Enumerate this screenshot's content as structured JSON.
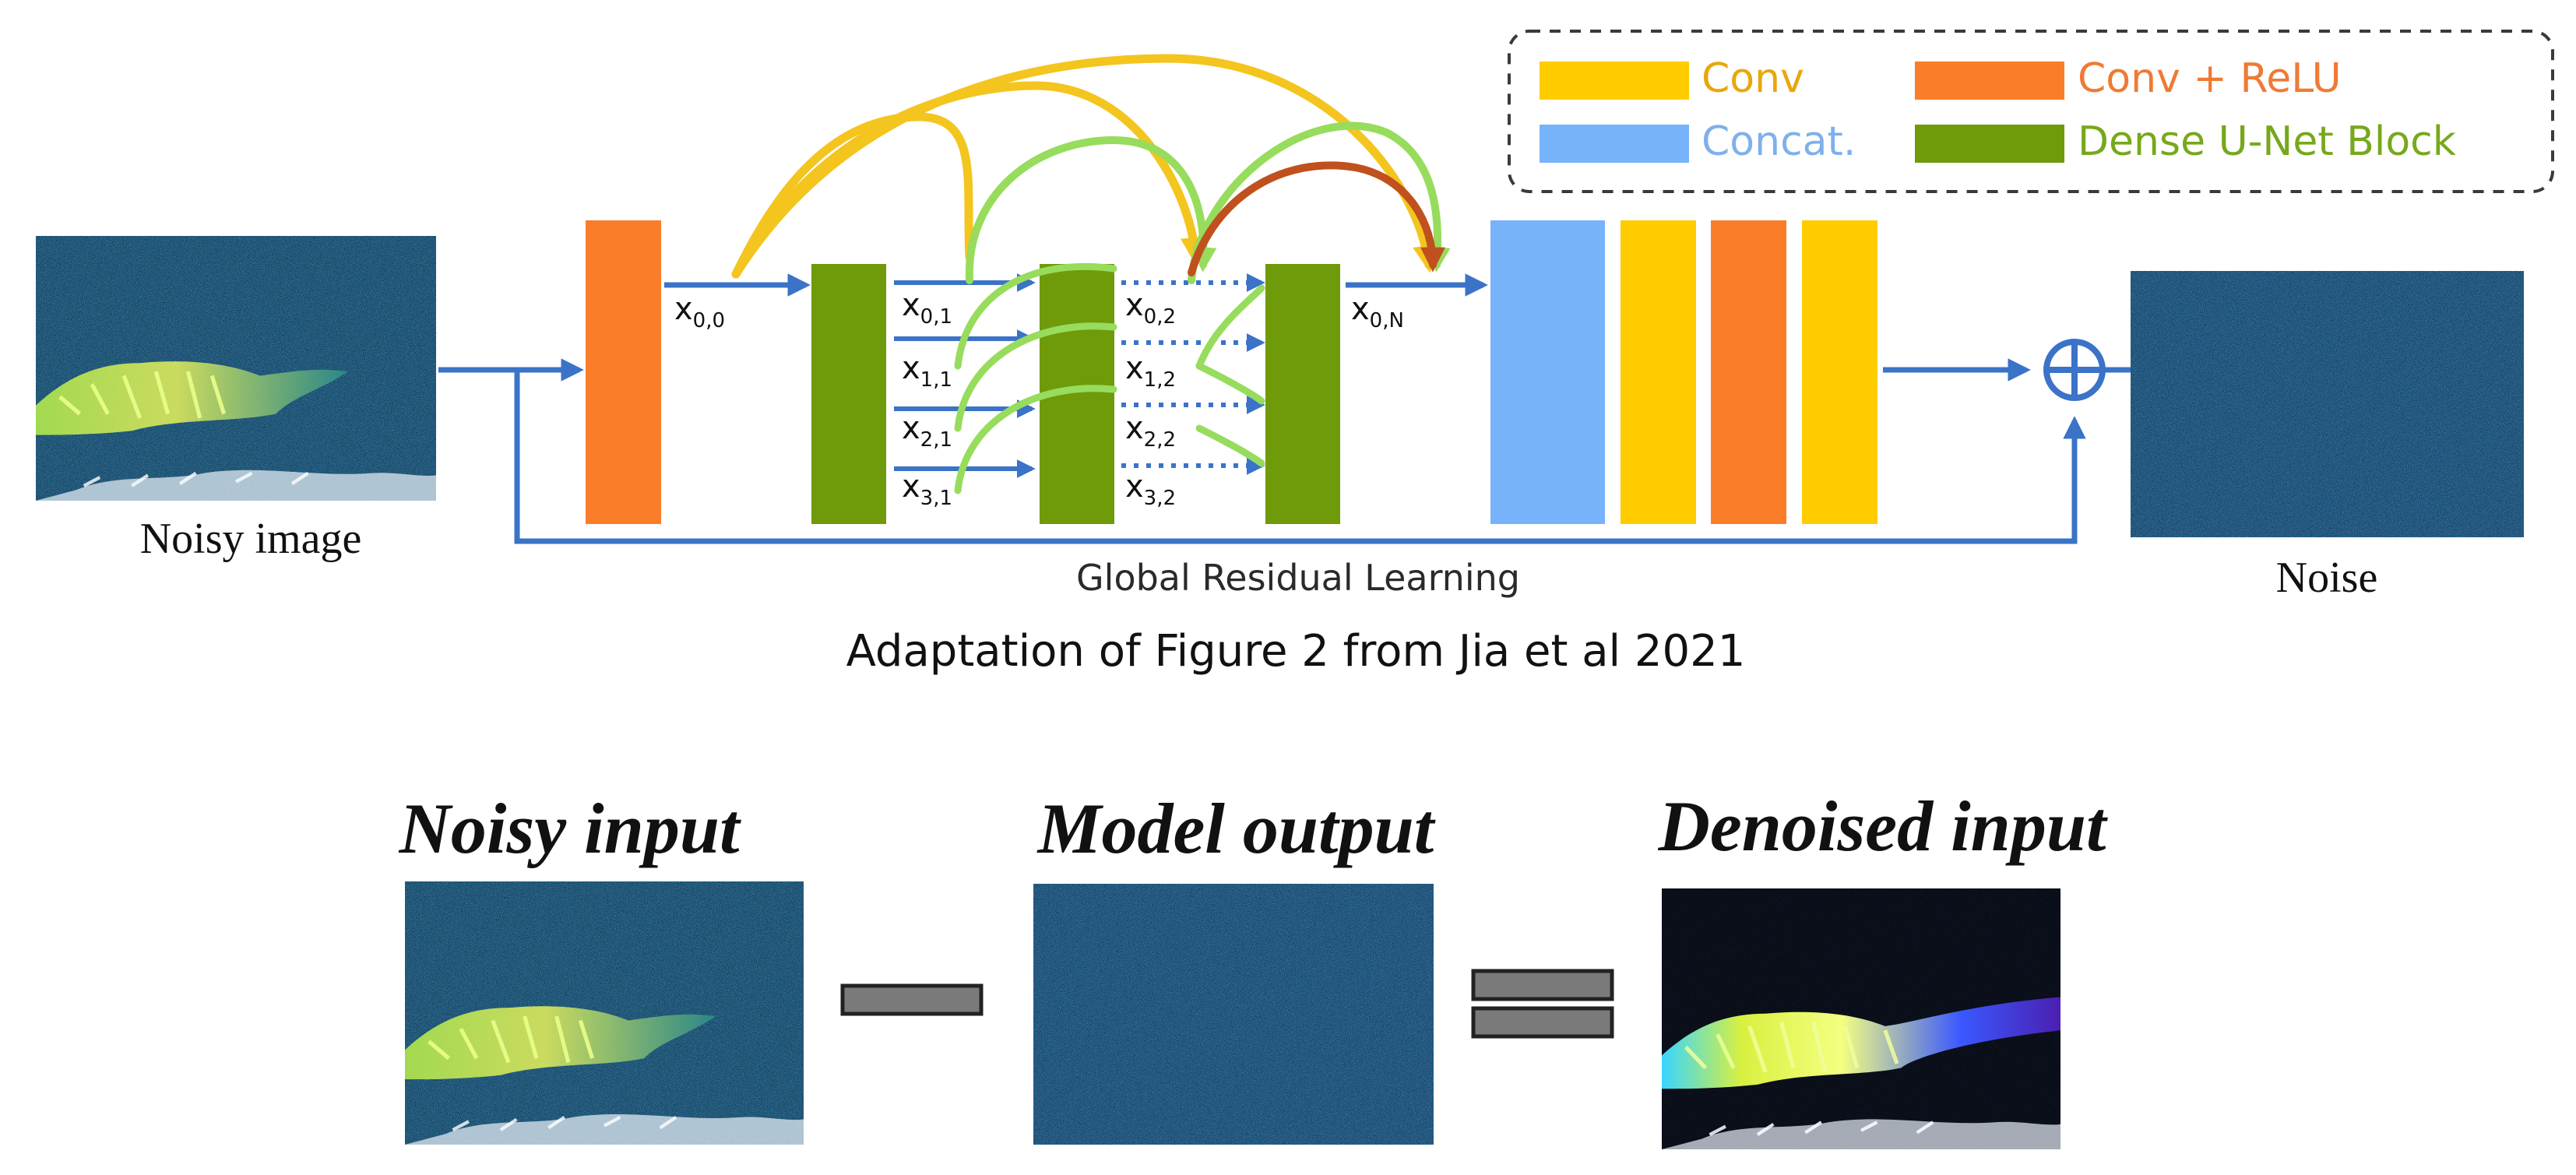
{
  "legend": {
    "conv": "Conv",
    "conv_relu": "Conv + ReLU",
    "concat": "Concat.",
    "dense_block": "Dense U-Net Block"
  },
  "colors": {
    "conv": "#ffcc00",
    "conv_relu": "#fa7d2a",
    "concat": "#76b3fb",
    "dense_block": "#6f9a0a",
    "arrow_blue": "#3a73c8",
    "arc_yellow": "#f3c51e",
    "arc_green": "#97dc5c",
    "arc_red": "#c0501e",
    "legend_conv_text": "#e8a70a",
    "legend_relu_text": "#ef7a35",
    "legend_concat_text": "#7fb0ec",
    "legend_dense_text": "#77a81c",
    "noise_bg": "#0f2b55",
    "dark_bg": "#050a12"
  },
  "labels": {
    "noisy_image": "Noisy image",
    "noise": "Noise",
    "global_residual": "Global Residual Learning",
    "caption": "Adaptation of Figure 2 from Jia et al 2021"
  },
  "features": {
    "x00": {
      "base": "x",
      "sub": "0,0"
    },
    "x01": {
      "base": "x",
      "sub": "0,1"
    },
    "x11": {
      "base": "x",
      "sub": "1,1"
    },
    "x21": {
      "base": "x",
      "sub": "2,1"
    },
    "x31": {
      "base": "x",
      "sub": "3,1"
    },
    "x02": {
      "base": "x",
      "sub": "0,2"
    },
    "x12": {
      "base": "x",
      "sub": "1,2"
    },
    "x22": {
      "base": "x",
      "sub": "2,2"
    },
    "x32": {
      "base": "x",
      "sub": "3,2"
    },
    "x0N": {
      "base": "x",
      "sub": "0,N"
    }
  },
  "equation": {
    "noisy_input": "Noisy input",
    "model_output": "Model output",
    "denoised_input": "Denoised input"
  }
}
